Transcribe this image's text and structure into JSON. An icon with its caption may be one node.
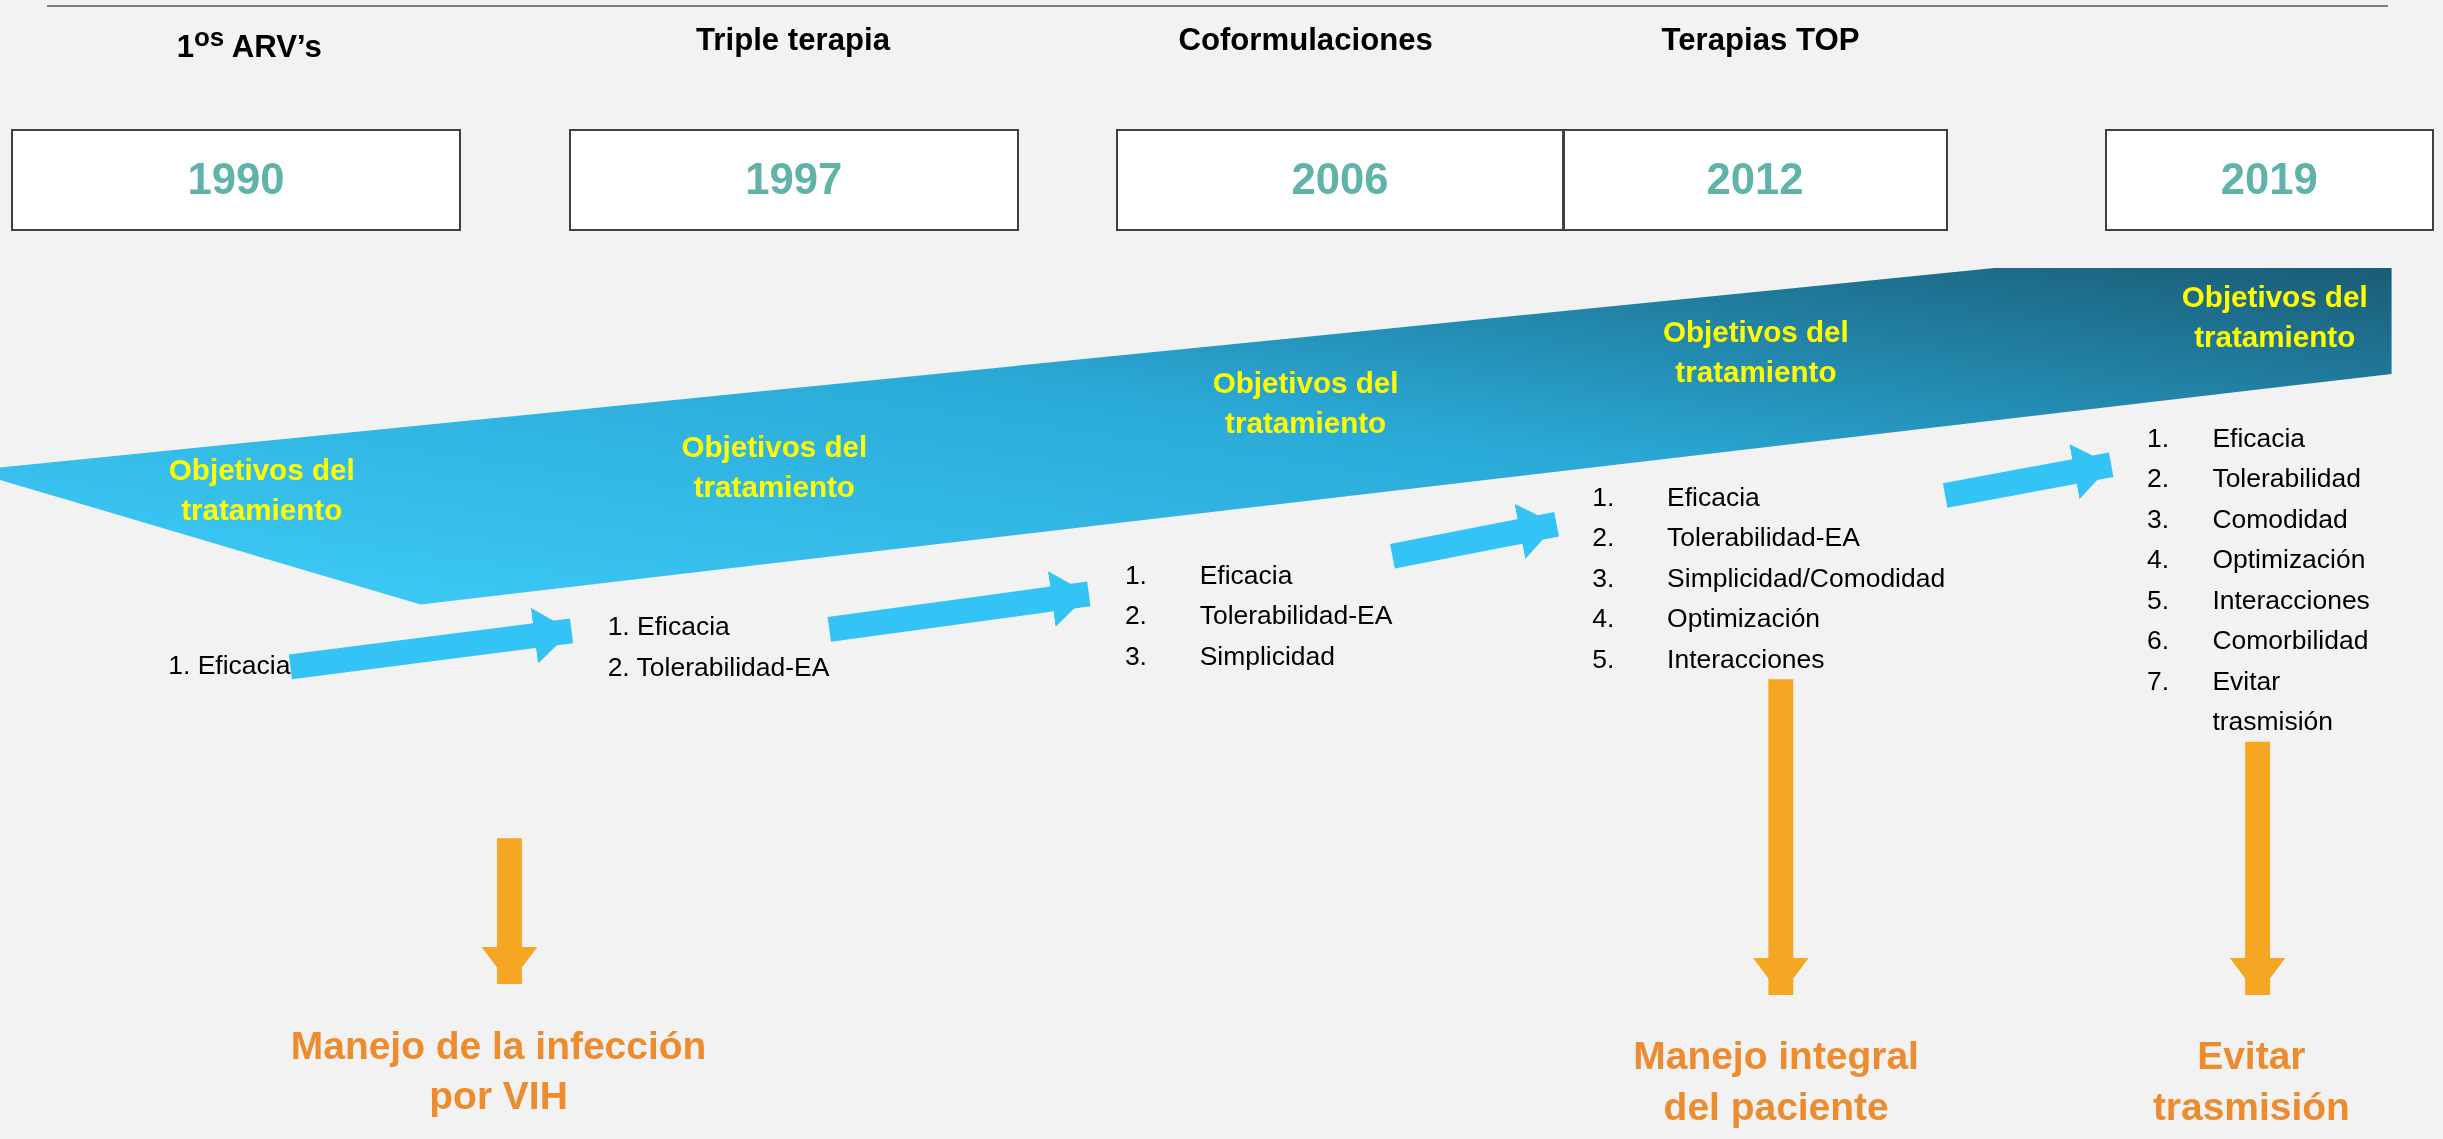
{
  "diagram": {
    "nodes": [
      {
        "text": [
          "1$^{os}$ ARV’s",
          "1990"
        ]
      },
      {
        "text": [
          "Triple terapia",
          "1997"
        ]
      },
      {
        "text": [
          "Coformulaciones",
          "2006"
        ]
      },
      {
        "text": [
          "Terapias TOP",
          "2012"
        ]
      },
      {
        "text": [
          "2019"
        ]
      },
      {
        "text": [
          "Objetivos  del tratamiento",
          "Objetivos  del tratamiento",
          "Objetivos  del tratamiento",
          "Objetivos del tratamiento",
          "Objetivos del tratamiento"
        ]
      },
      {
        "text": [
          "1. Eficacia"
        ]
      },
      {
        "text": [
          "1. Eficacia",
          "2. Tolerabilidad-EA"
        ]
      },
      {
        "text": [
          "1. Eficacia",
          "2. Tolerabilidad-EA",
          "3. Simplicidad"
        ]
      },
      {
        "text": [
          "1. Eficacia",
          "2. Tolerabilidad-EA",
          "3. Simplicidad/Comodidad",
          "4. Optimización",
          "5. Interacciones"
        ]
      },
      {
        "text": [
          "1. Eficacia",
          "2. Tolerabilidad",
          "3. Comodidad",
          "4. Optimización",
          "5. Interacciones",
          "6. Comorbilidad",
          "7. Evitar trasmisión"
        ]
      },
      {
        "text": [
          "Manejo de la infección por VIH"
        ]
      },
      {
        "text": [
          "Manejo integral del paciente"
        ]
      },
      {
        "text": [
          "Evitar trasmisión"
        ]
      }
    ],
    "edges": [
      {
        "from": 6,
        "to": 7,
        "arrow": "to"
      },
      {
        "from": 7,
        "to": 8,
        "arrow": "to"
      },
      {
        "from": 8,
        "to": 9,
        "arrow": "to"
      },
      {
        "from": 9,
        "to": 10,
        "arrow": "to"
      },
      {
        "from": null,
        "to": 11,
        "arrow": "to",
        "color": "#f5a623"
      },
      {
        "from": 9,
        "to": 12,
        "arrow": "to",
        "color": "#f5a623"
      },
      {
        "from": 10,
        "to": 13,
        "arrow": "to",
        "color": "#f5a623"
      }
    ]
  }
}
